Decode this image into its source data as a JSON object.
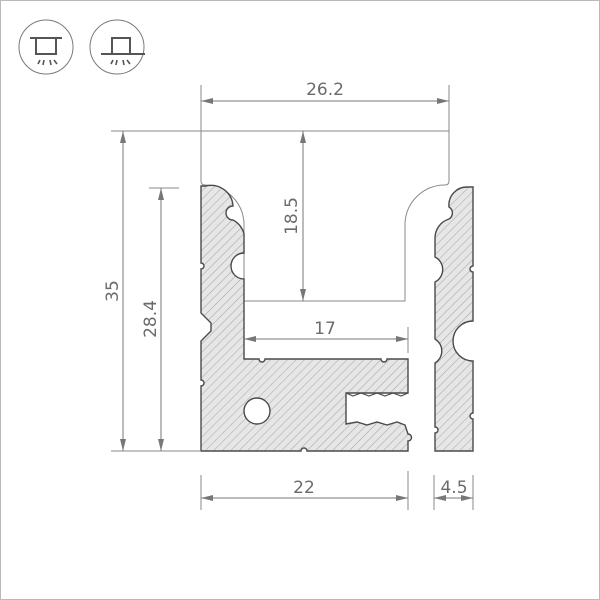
{
  "drawing": {
    "type": "aluminium profile cross-section",
    "units": "mm",
    "colors": {
      "outline": "#4a4a4a",
      "dimension": "#777777",
      "hatch_fill": "#e4e4e4",
      "hatch_line": "#a8a8a8",
      "frame": "#b9b9b9"
    },
    "icons": [
      {
        "name": "recessed-mount-icon",
        "description": "fixture recessed below ceiling line with light rays"
      },
      {
        "name": "surface-mount-icon",
        "description": "fixture mounted on surface with light rays"
      }
    ],
    "dimensions": {
      "overall_width": "26.2",
      "inner_depth": "18.5",
      "overall_height": "35",
      "profile_height": "28.4",
      "inner_width": "17",
      "base_width": "22",
      "cover_thickness": "4.5"
    }
  }
}
